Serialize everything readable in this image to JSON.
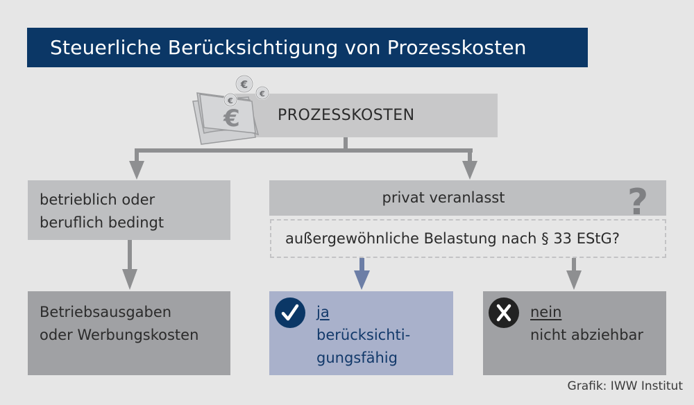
{
  "title": "Steuerliche Berücksichtigung von Prozesskosten",
  "top_node": {
    "label": "PROZESSKOSTEN",
    "icon": "money-euro-icon"
  },
  "branch_left": {
    "condition_lines": [
      "betrieblich oder",
      "beruflich bedingt"
    ],
    "result_lines": [
      "Betriebsausgaben",
      "oder Werbungskosten"
    ]
  },
  "branch_right": {
    "condition": "privat veranlasst",
    "condition_icon": "question-mark-icon",
    "question": "außergewöhnliche Belastung nach § 33 EStG?",
    "yes": {
      "head": "ja",
      "lines": [
        "berücksichti-",
        "gungsfähig"
      ],
      "icon": "check-icon"
    },
    "no": {
      "head": "nein",
      "lines": [
        "nicht abziehbar"
      ],
      "icon": "cross-icon"
    }
  },
  "credit": "Grafik: IWW Institut",
  "colors": {
    "title_bg": "#0b3766",
    "top_box": "#c8c8c9",
    "condition_box": "#bebfc1",
    "result_box": "#a0a1a4",
    "yes_box": "#a9b1cb",
    "yes_text": "#12396a",
    "arrow": "#8e8f91",
    "yes_arrow": "#6c7ea6"
  }
}
